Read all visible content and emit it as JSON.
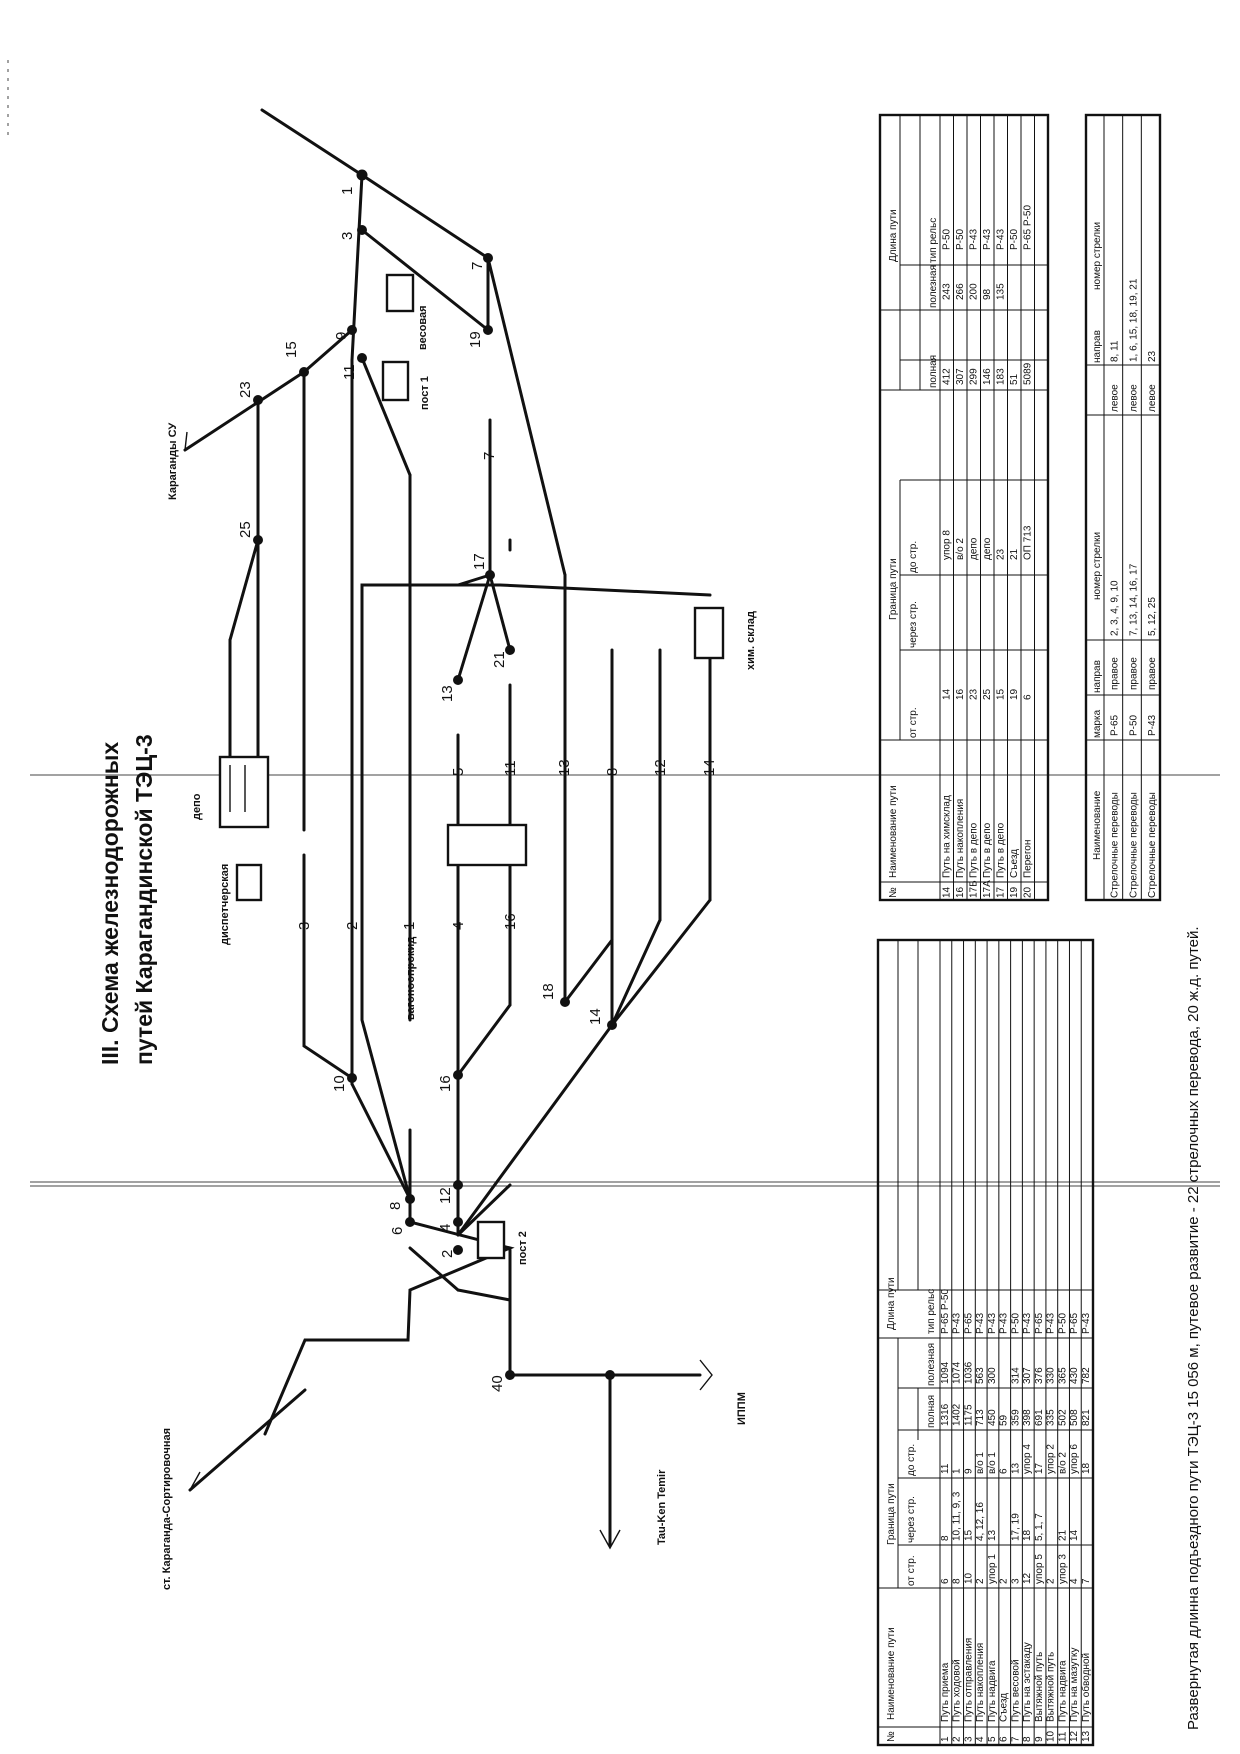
{
  "title_line1": "III. Схема железнодорожных",
  "title_line2": "путей Карагандинской ТЭЦ-3",
  "place_labels": {
    "karaganda_sort": "ст. Караганда-Сортировочная",
    "taukentemir": "Tau-Ken Temir",
    "ippm": "ИППМ",
    "karaganda_su": "Караганды СУ",
    "depo": "депо",
    "dispatch": "диспетчерская",
    "wagon": "вагоноопрокид",
    "post1": "пост 1",
    "post2": "пост 2",
    "scales": "весовая",
    "chem": "хим. склад"
  },
  "switch_numbers": [
    "1",
    "2",
    "3",
    "4",
    "6",
    "7",
    "8",
    "9",
    "10",
    "11",
    "12",
    "13",
    "14",
    "15",
    "16",
    "17",
    "18",
    "19",
    "21",
    "23",
    "25",
    "40"
  ],
  "track_numbers": [
    "1",
    "2",
    "3",
    "4",
    "5",
    "7",
    "8",
    "11",
    "12",
    "13",
    "14",
    "16"
  ],
  "table1": {
    "h_num": "№",
    "h_name": "Наименование пути",
    "h_border": "Граница пути",
    "h_from": "от стр.",
    "h_via": "через стр.",
    "h_to": "до стр.",
    "h_length": "Длина пути",
    "h_full": "полная",
    "h_useful": "полезная",
    "h_rail": "тип рельс",
    "rows": [
      [
        "1",
        "Путь приема",
        "6",
        "8",
        "11",
        "1316",
        "1094",
        "Р-65 Р-50"
      ],
      [
        "2",
        "Путь ходовой",
        "8",
        "10, 11, 9, 3",
        "1",
        "1402",
        "1074",
        "Р-43"
      ],
      [
        "3",
        "Путь отправления",
        "10",
        "15",
        "9",
        "1175",
        "1036",
        "Р-65"
      ],
      [
        "4",
        "Путь накопления",
        "2",
        "4, 12, 16",
        "в/о 1",
        "713",
        "563",
        "Р-43"
      ],
      [
        "5",
        "Путь надвига",
        "упор 1",
        "13",
        "в/о 1",
        "450",
        "300",
        "Р-43"
      ],
      [
        "6",
        "Съезд",
        "2",
        "",
        "6",
        "59",
        "",
        "Р-43"
      ],
      [
        "7",
        "Путь весовой",
        "3",
        "17, 19",
        "13",
        "359",
        "314",
        "Р-50"
      ],
      [
        "8",
        "Путь на эстакаду",
        "12",
        "18",
        "упор 4",
        "398",
        "307",
        "Р-43"
      ],
      [
        "9",
        "Вытяжной путь",
        "упор 5",
        "5, 1, 7",
        "17",
        "691",
        "376",
        "Р-65"
      ],
      [
        "10",
        "Вытяжной путь",
        "2",
        "",
        "упор 2",
        "335",
        "330",
        "Р-43"
      ],
      [
        "11",
        "Путь надвига",
        "упор 3",
        "21",
        "в/о 2",
        "502",
        "365",
        "Р-50"
      ],
      [
        "12",
        "Путь на мазутку",
        "4",
        "14",
        "упор 6",
        "508",
        "430",
        "Р-65"
      ],
      [
        "13",
        "Путь обводной",
        "7",
        "",
        "18",
        "821",
        "782",
        "Р-43"
      ]
    ]
  },
  "table2": {
    "rows": [
      [
        "14",
        "Путь на химсклад",
        "14",
        "",
        "упор 8",
        "412",
        "243",
        "Р-50"
      ],
      [
        "16",
        "Путь накопления",
        "16",
        "",
        "в/о 2",
        "307",
        "266",
        "Р-50"
      ],
      [
        "17Б",
        "Путь в депо",
        "23",
        "",
        "депо",
        "299",
        "200",
        "Р-43"
      ],
      [
        "17А",
        "Путь в депо",
        "25",
        "",
        "депо",
        "146",
        "98",
        "Р-43"
      ],
      [
        "17",
        "Путь в депо",
        "15",
        "",
        "23",
        "183",
        "135",
        "Р-43"
      ],
      [
        "19",
        "Съезд",
        "19",
        "",
        "21",
        "51",
        "",
        "Р-50"
      ],
      [
        "20",
        "Перегон",
        "6",
        "",
        "ОП 713",
        "5089",
        "",
        "Р-65 Р-50"
      ]
    ]
  },
  "table3": {
    "h_name": "Наименование",
    "h_mark": "марка",
    "h_dir": "направ",
    "h_num": "номер стрелки",
    "rows": [
      [
        "Стрелочные переводы",
        "Р-65",
        "правое",
        "2, 3, 4, 9, 10",
        "левое",
        "8, 11"
      ],
      [
        "Стрелочные переводы",
        "Р-50",
        "правое",
        "7, 13, 14, 16, 17",
        "левое",
        "1, 6, 15, 18, 19, 21"
      ],
      [
        "Стрелочные переводы",
        "Р-43",
        "правое",
        "5, 12, 25",
        "левое",
        "23"
      ]
    ]
  },
  "footer": "Развернутая длинна подъездного пути ТЭЦ-3 15 056 м, путевое развитие - 22 стрелочных перевода, 20 ж.д. путей."
}
